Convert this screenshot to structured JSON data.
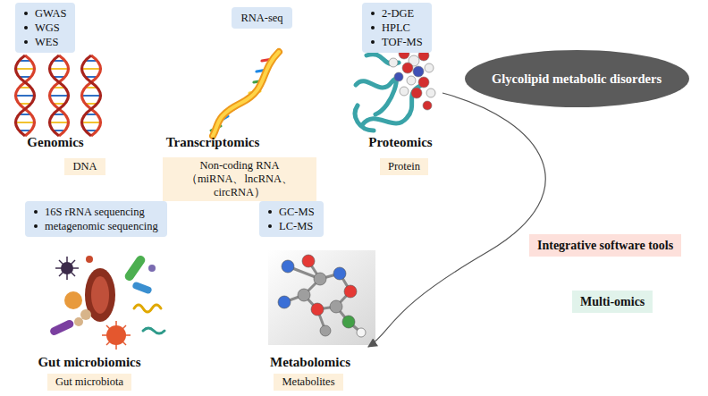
{
  "diagram": {
    "nodes": [
      {
        "text": [
          "GWAS",
          "WGS",
          "WES"
        ]
      },
      {
        "text": [
          "RNA-seq"
        ]
      },
      {
        "text": [
          "2-DGE",
          "HPLC",
          "TOF-MS"
        ]
      },
      {
        "text": [
          "Glycolipid metabolic disorders"
        ]
      },
      {
        "text": [
          "DNA"
        ]
      },
      {
        "text": [
          "Non-coding RNA （miRNA、lncRNA、circRNA）"
        ]
      },
      {
        "text": [
          "Protein"
        ]
      },
      {
        "text": [
          "16S rRNA sequencing",
          "metagenomic sequencing"
        ]
      },
      {
        "text": [
          "GC-MS",
          "LC-MS"
        ]
      },
      {
        "text": [
          "Integrative software tools"
        ]
      },
      {
        "text": [
          "Multi-omics"
        ]
      },
      {
        "text": [
          "Gut microbiota"
        ]
      },
      {
        "text": [
          "Metabolites"
        ]
      }
    ],
    "labels": [
      "Genomics",
      "Transcriptomics",
      "Proteomics",
      "Gut microbiomics",
      "Metabolomics"
    ]
  }
}
